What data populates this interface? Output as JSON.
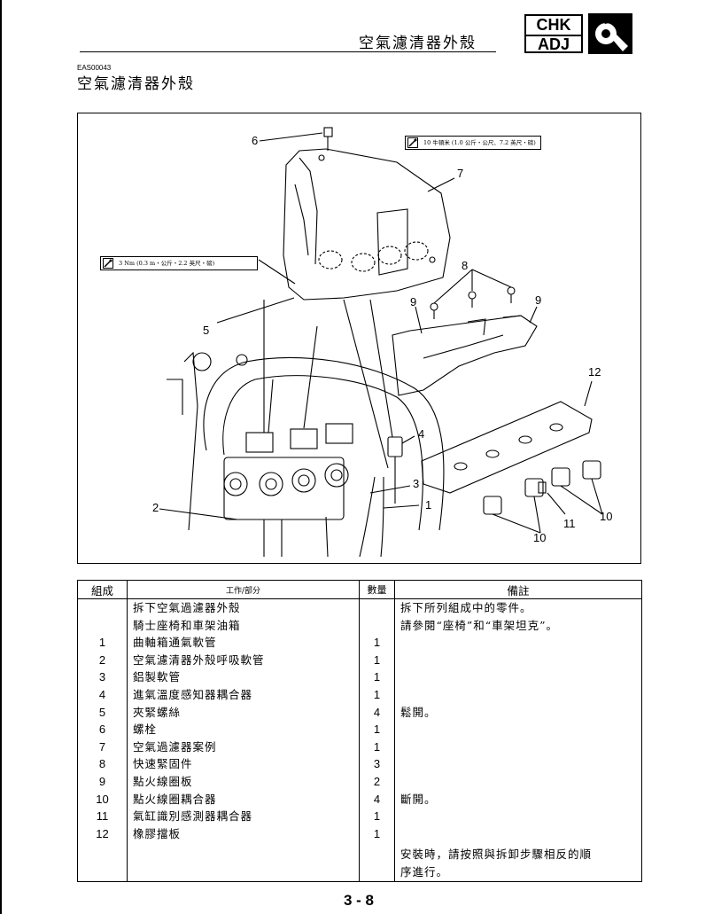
{
  "header": {
    "title": "空氣濾清器外殼",
    "badge_top": "CHK",
    "badge_bottom": "ADJ",
    "icon": "wrench-icon"
  },
  "section": {
    "code": "EAS00043",
    "title": "空氣濾清器外殼"
  },
  "diagram": {
    "callouts": [
      "6",
      "7",
      "8",
      "9",
      "9",
      "5",
      "12",
      "4",
      "3",
      "2",
      "1",
      "11",
      "10",
      "10"
    ],
    "torque_1": "10 牛頓米 (1.0 公斤・公尺、7.2 英尺・磅)",
    "torque_2": "3 Nm (0.3 m・公斤・2.2 英尺・磅)"
  },
  "table": {
    "headers": {
      "group": "組成",
      "work": "工作/部分",
      "qty": "數量",
      "remarks": "備註"
    },
    "intro": [
      "拆下空氣過濾器外殼",
      "騎士座椅和車架油箱"
    ],
    "intro_remarks": [
      "拆下所列組成中的零件。",
      "請參閱“座椅”和“車架坦克”。"
    ],
    "rows": [
      {
        "n": "1",
        "name": "曲軸箱通氣軟管",
        "q": "1"
      },
      {
        "n": "2",
        "name": "空氣濾清器外殼呼吸軟管",
        "q": "1"
      },
      {
        "n": "3",
        "name": "鋁製軟管",
        "q": "1"
      },
      {
        "n": "4",
        "name": "進氣溫度感知器耦合器",
        "q": "1"
      },
      {
        "n": "5",
        "name": "夾緊螺絲",
        "q": "4",
        "r": "鬆開。"
      },
      {
        "n": "6",
        "name": "螺栓",
        "q": "1"
      },
      {
        "n": "7",
        "name": "空氣過濾器案例",
        "q": "1"
      },
      {
        "n": "8",
        "name": "快速緊固件",
        "q": "3"
      },
      {
        "n": "9",
        "name": "點火線圈板",
        "q": "2"
      },
      {
        "n": "10",
        "name": "點火線圈耦合器",
        "q": "4",
        "r": "斷開。"
      },
      {
        "n": "11",
        "name": "氣缸識別感測器耦合器",
        "q": "1"
      },
      {
        "n": "12",
        "name": "橡膠擋板",
        "q": "1"
      }
    ],
    "footer_remark": [
      "安裝時，請按照與拆卸步驟相反的順",
      "序進行。"
    ]
  },
  "footer": {
    "page": "3 - 8"
  }
}
